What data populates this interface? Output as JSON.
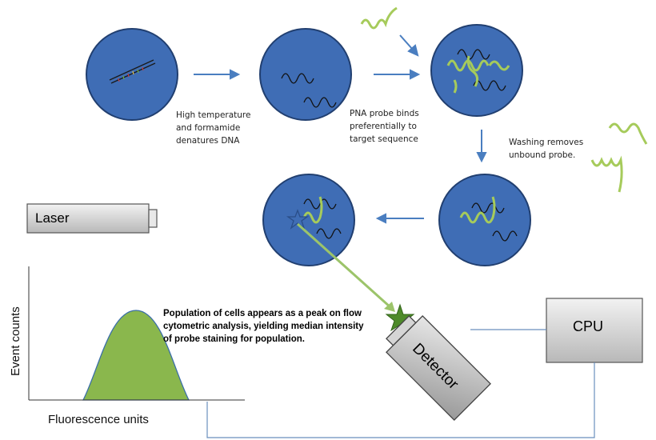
{
  "captions": {
    "denature": "High temperature\nand formamide\ndenatures DNA",
    "bind": "PNA probe binds\npreferentially to\ntarget sequence",
    "wash": "Washing removes\nunbound probe.",
    "population": "Population of cells  appears as a peak on flow\ncytometric analysis,  yielding median intensity\nof probe staining for population."
  },
  "labels": {
    "laser": "Laser",
    "cpu": "CPU",
    "detector": "Detector",
    "y_axis": "Event counts",
    "x_axis": "Fluorescence units"
  },
  "colors": {
    "cell_fill": "#3f6db5",
    "cell_stroke": "#213f70",
    "arrow": "#4a7ec0",
    "probe": "#a6cb5b",
    "star": "#4e8a2a",
    "beam": "#7b4a8c",
    "peak": "#8ab74d",
    "box": "#d0d0d0",
    "wire": "#6a8fbd"
  }
}
